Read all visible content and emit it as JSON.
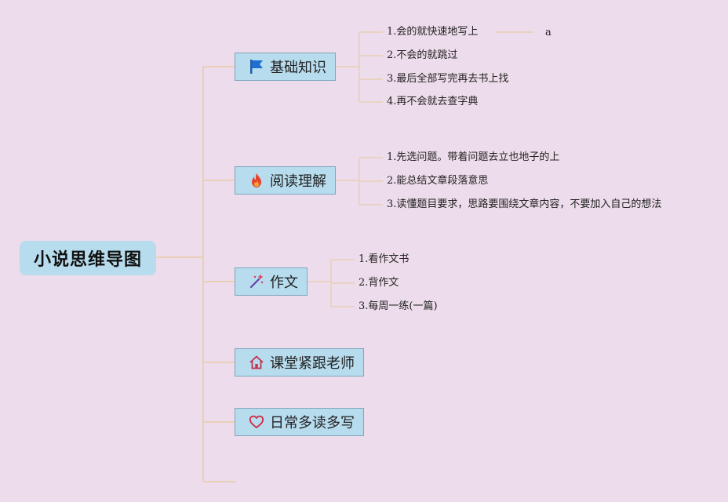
{
  "root": {
    "label": "小说思维导图"
  },
  "stray_text": "a",
  "branches": [
    {
      "label": "基础知识",
      "icon": "flag-icon",
      "children": [
        "1.会的就快速地写上",
        "2.不会的就跳过",
        "3.最后全部写完再去书上找",
        "4.再不会就去查字典"
      ]
    },
    {
      "label": "阅读理解",
      "icon": "fire-icon",
      "children": [
        "1.先选问题。带着问题去立也地子的上",
        "2.能总结文章段落意思",
        "3.读懂题目要求，思路要围绕文章内容，不要加入自己的想法"
      ]
    },
    {
      "label": "作文",
      "icon": "magic-wand-icon",
      "children": [
        "1.看作文书",
        "2.背作文",
        "3.每周一练(一篇)"
      ]
    },
    {
      "label": "课堂紧跟老师",
      "icon": "home-icon",
      "children": []
    },
    {
      "label": "日常多读多写",
      "icon": "heart-icon",
      "children": []
    }
  ],
  "colors": {
    "background": "#eddceb",
    "node_fill": "#b7dcee",
    "node_border": "#7fa6bd",
    "connector": "#e9cfb6"
  }
}
